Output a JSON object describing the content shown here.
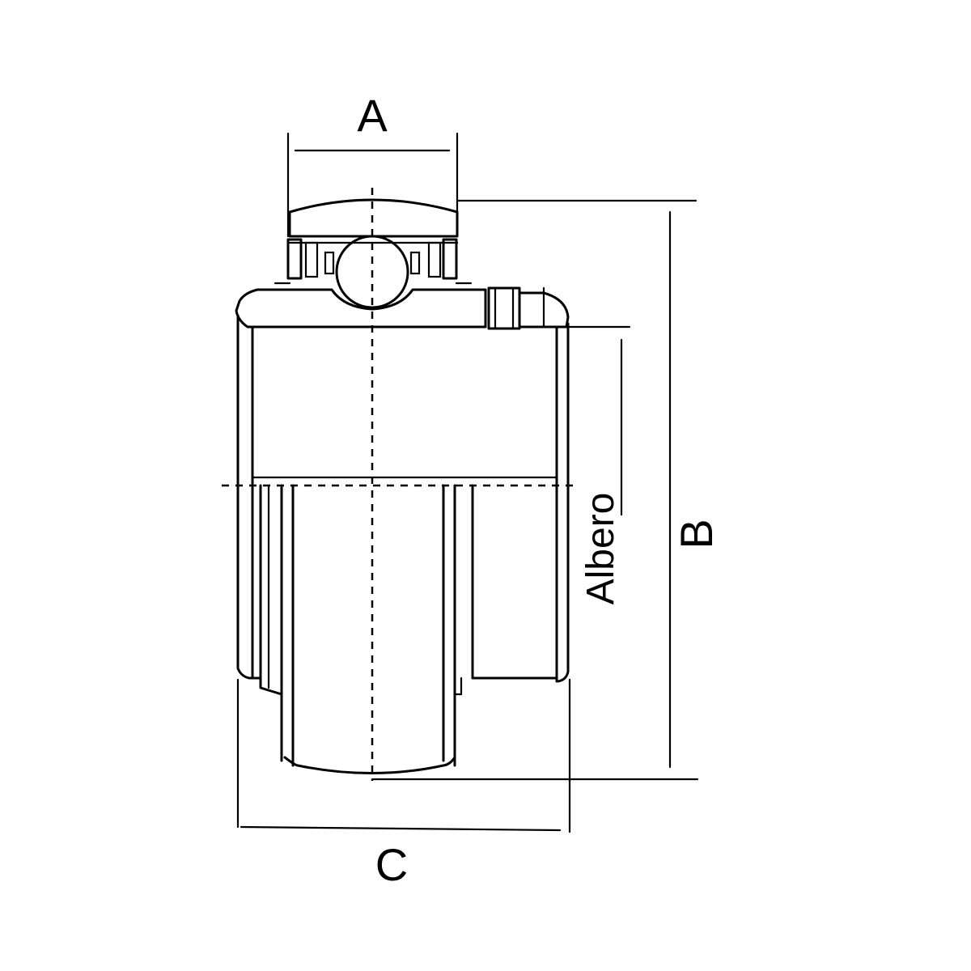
{
  "labels": {
    "dim_a": "A",
    "dim_b": "B",
    "dim_c": "C",
    "shaft": "Albero"
  }
}
